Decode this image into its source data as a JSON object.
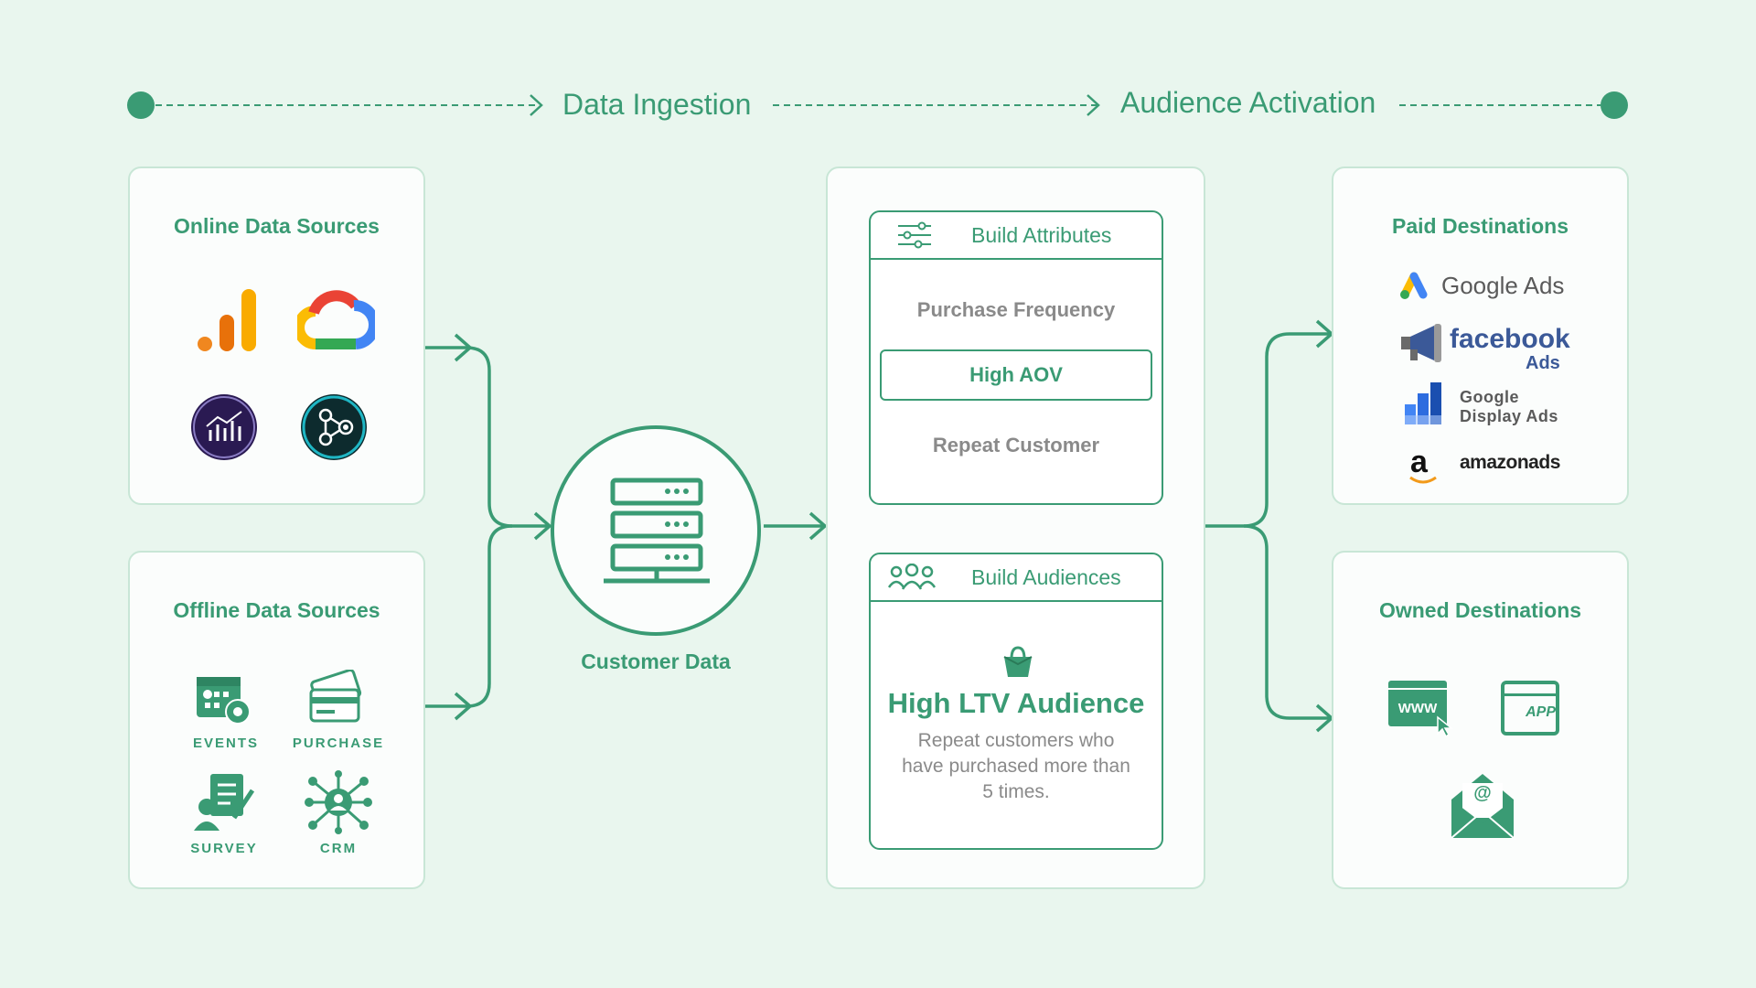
{
  "stages": {
    "ingestion": "Data Ingestion",
    "activation": "Audience Activation"
  },
  "online": {
    "title": "Online Data Sources"
  },
  "offline": {
    "title": "Offline Data Sources",
    "items": [
      "EVENTS",
      "PURCHASE",
      "SURVEY",
      "CRM"
    ]
  },
  "center": {
    "label": "Customer Data"
  },
  "attributes": {
    "header": "Build Attributes",
    "items": [
      "Purchase Frequency",
      "High AOV",
      "Repeat Customer"
    ]
  },
  "audiences": {
    "header": "Build Audiences",
    "title": "High LTV Audience",
    "desc_line1": "Repeat customers who",
    "desc_line2": "have purchased more than",
    "desc_line3": "5 times."
  },
  "paid": {
    "title": "Paid Destinations",
    "google_ads": "Google Ads",
    "facebook": "facebook",
    "facebook_sub": "Ads",
    "gdn_line1": "Google",
    "gdn_line2": "Display Ads",
    "amazon_a": "a",
    "amazon": "amazonads"
  },
  "owned": {
    "title": "Owned Destinations",
    "web_label": "WWW",
    "app_label": "APP",
    "email_symbol": "@"
  },
  "colors": {
    "accent": "#3a9b74",
    "background": "#e9f6ee",
    "muted": "#8a8a8a"
  }
}
